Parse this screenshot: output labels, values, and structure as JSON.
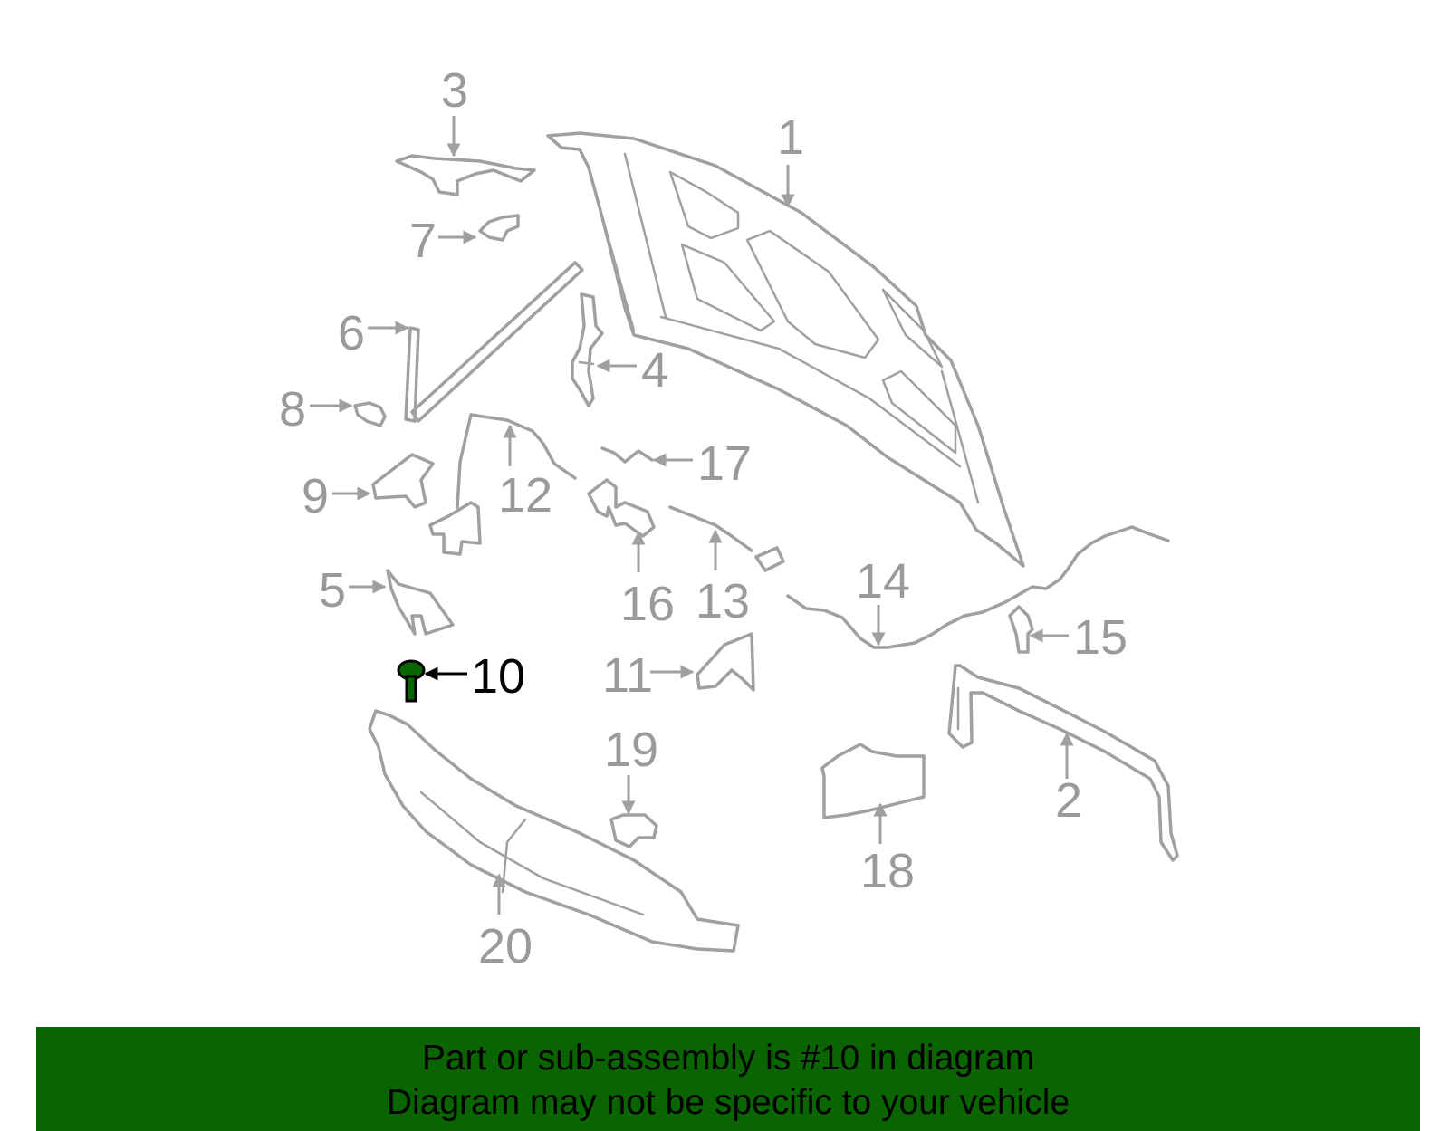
{
  "diagram": {
    "highlighted_part": "10",
    "highlight_color": "#0a6400",
    "callouts": [
      "1",
      "2",
      "3",
      "4",
      "5",
      "6",
      "7",
      "8",
      "9",
      "10",
      "11",
      "12",
      "13",
      "14",
      "15",
      "16",
      "17",
      "18",
      "19",
      "20"
    ]
  },
  "footer": {
    "line1": "Part or sub-assembly is #10 in diagram",
    "line2": "Diagram may not be specific to your vehicle",
    "background": "#0a6400"
  }
}
